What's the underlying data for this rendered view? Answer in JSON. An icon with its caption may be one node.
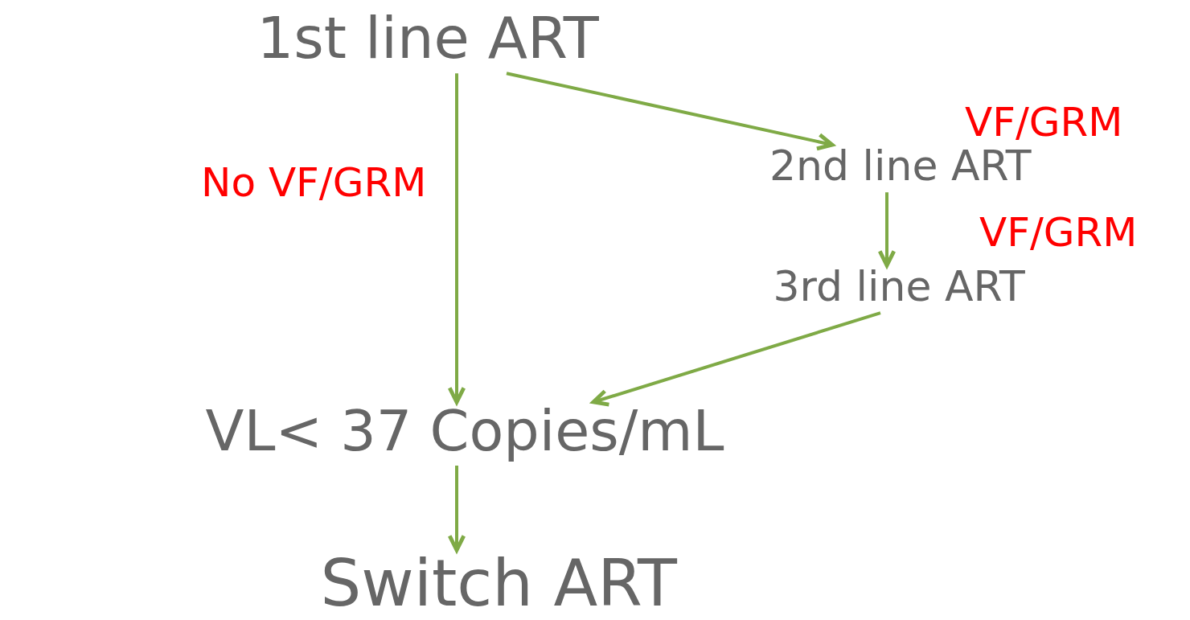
{
  "diagram": {
    "nodes": [
      {
        "text": [
          "1st line ART"
        ]
      },
      {
        "text": [
          "2nd line ART"
        ]
      },
      {
        "text": [
          "3rd line ART"
        ]
      },
      {
        "text": [
          "VL< 37 Copies/mL"
        ]
      },
      {
        "text": [
          "Switch ART"
        ]
      }
    ],
    "edges": [
      {
        "from": 0,
        "to": 3,
        "arrow": "to",
        "label": "No VF/GRM"
      },
      {
        "from": 0,
        "to": 1,
        "arrow": "to",
        "label": "VF/GRM"
      },
      {
        "from": 1,
        "to": 2,
        "arrow": "to",
        "label": "VF/GRM"
      },
      {
        "from": 2,
        "to": 3,
        "arrow": "to"
      },
      {
        "from": 3,
        "to": 4,
        "arrow": "to"
      }
    ]
  }
}
